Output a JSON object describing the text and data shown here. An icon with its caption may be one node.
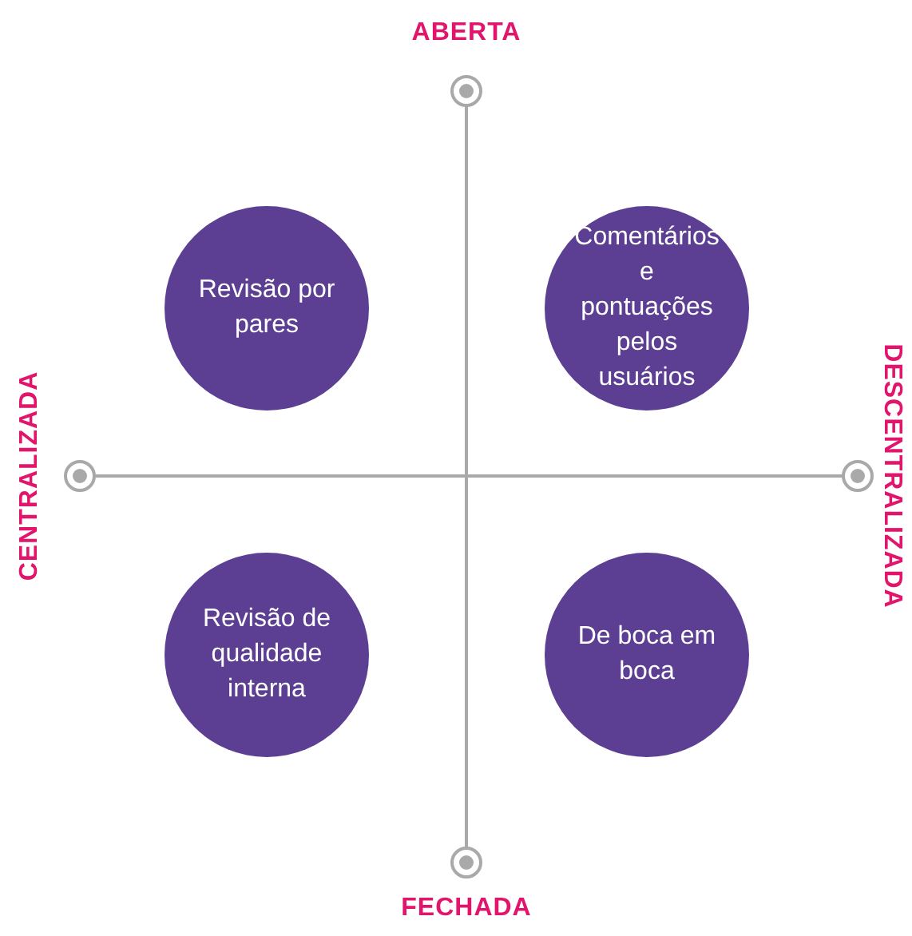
{
  "diagram": {
    "nodes": [
      {
        "text": [
          "Revisão por pares"
        ]
      },
      {
        "text": [
          "Comentários e pontuações pelos usuários"
        ]
      },
      {
        "text": [
          "Revisão de qualidade interna"
        ]
      },
      {
        "text": [
          "De boca em boca"
        ]
      }
    ],
    "edges": [],
    "labels": [
      "ABERTA",
      "CENTRALIZADA",
      "DESCENTRALIZADA",
      "FECHADA"
    ]
  }
}
